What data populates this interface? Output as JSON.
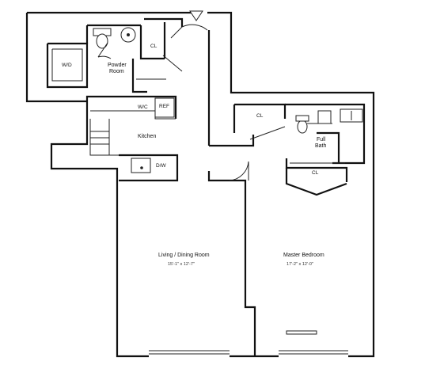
{
  "rooms": {
    "powder": {
      "line1": "Powder",
      "line2": "Room"
    },
    "kitchen": {
      "label": "Kitchen"
    },
    "living": {
      "label": "Living / Dining Room",
      "dims": "15'-1\" x 12'-7\""
    },
    "bath": {
      "line1": "Full",
      "line2": "Bath"
    },
    "master": {
      "label": "Master Bedroom",
      "dims": "17'-2\" x 12'-0\""
    }
  },
  "fixtures": {
    "wd": "W/D",
    "wc": "W/C",
    "ref": "REF",
    "dw": "D/W",
    "cl_top": "CL",
    "cl_mid": "CL",
    "cl_bed": "CL"
  },
  "colors": {
    "wall": "#111111",
    "background": "#ffffff"
  }
}
